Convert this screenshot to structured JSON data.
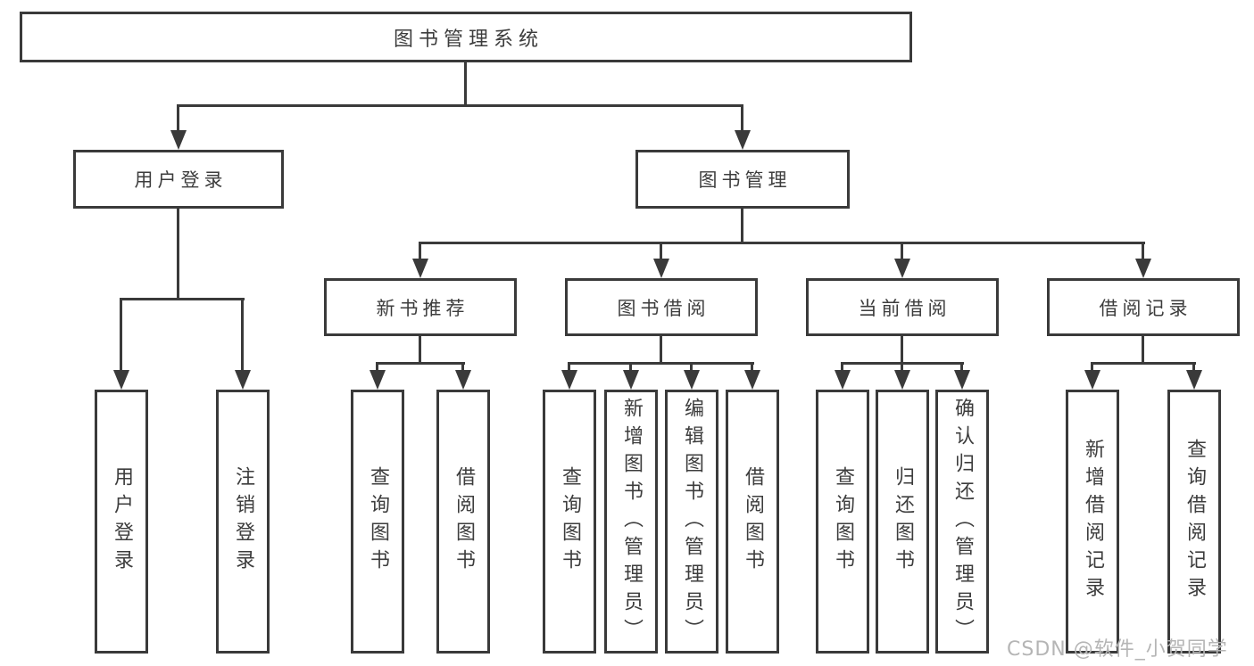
{
  "diagram": {
    "root": {
      "label": "图书管理系统"
    },
    "branches": [
      {
        "label": "用户登录",
        "children": [
          {
            "label": "用户登录"
          },
          {
            "label": "注销登录"
          }
        ]
      },
      {
        "label": "图书管理",
        "sections": [
          {
            "label": "新书推荐",
            "children": [
              {
                "label": "查询图书"
              },
              {
                "label": "借阅图书"
              }
            ]
          },
          {
            "label": "图书借阅",
            "children": [
              {
                "label": "查询图书"
              },
              {
                "label": "新增图书（管理员）"
              },
              {
                "label": "编辑图书（管理员）"
              },
              {
                "label": "借阅图书"
              }
            ]
          },
          {
            "label": "当前借阅",
            "children": [
              {
                "label": "查询图书"
              },
              {
                "label": "归还图书"
              },
              {
                "label": "确认归还（管理员）"
              }
            ]
          },
          {
            "label": "借阅记录",
            "children": [
              {
                "label": "新增借阅记录"
              },
              {
                "label": "查询借阅记录"
              }
            ]
          }
        ]
      }
    ]
  },
  "watermark": {
    "text": "CSDN @软件_小贺同学"
  },
  "colors": {
    "line": "#3a3a3a",
    "text": "#3d3d3d",
    "background": "#ffffff",
    "watermark": "#b5b5b5"
  }
}
